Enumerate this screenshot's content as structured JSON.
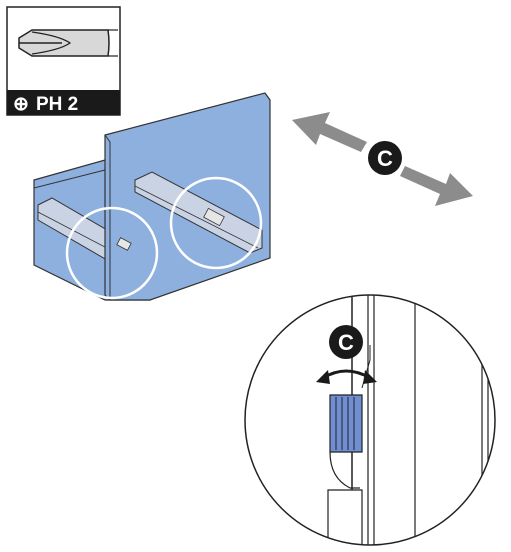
{
  "tool_badge": {
    "tool": "screwdriver",
    "icon": "phillips-screwdriver-icon",
    "symbol": "⊕",
    "label": "PH 2"
  },
  "step_markers": [
    {
      "letter": "C"
    },
    {
      "letter": "C"
    }
  ],
  "colors": {
    "panel_blue": "#8eb0df",
    "panel_shadow": "#6f93c8",
    "arrow_gray": "#8c8c8c",
    "label_bg": "#1a1a1a",
    "handle_blue": "#6f8fd0"
  }
}
